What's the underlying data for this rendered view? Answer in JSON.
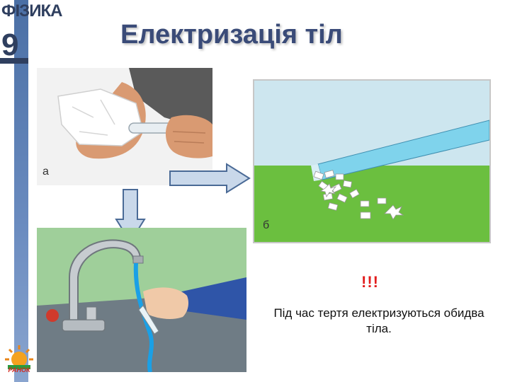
{
  "header": {
    "brand": "ФІЗИКА",
    "grade": "9",
    "title": "Електризація тіл"
  },
  "panels": {
    "a_label": "а",
    "b_label": "б"
  },
  "note": {
    "exclaim": "!!!",
    "caption": "Під час тертя електризуються обидва тіла."
  },
  "publisher": {
    "name": "РАНОК"
  },
  "colors": {
    "accent": "#3a4b78",
    "sky": "#cde6ef",
    "grass": "#6bbf3f",
    "arrow": "#c9d8ea",
    "exclaim": "#e21d1d"
  }
}
